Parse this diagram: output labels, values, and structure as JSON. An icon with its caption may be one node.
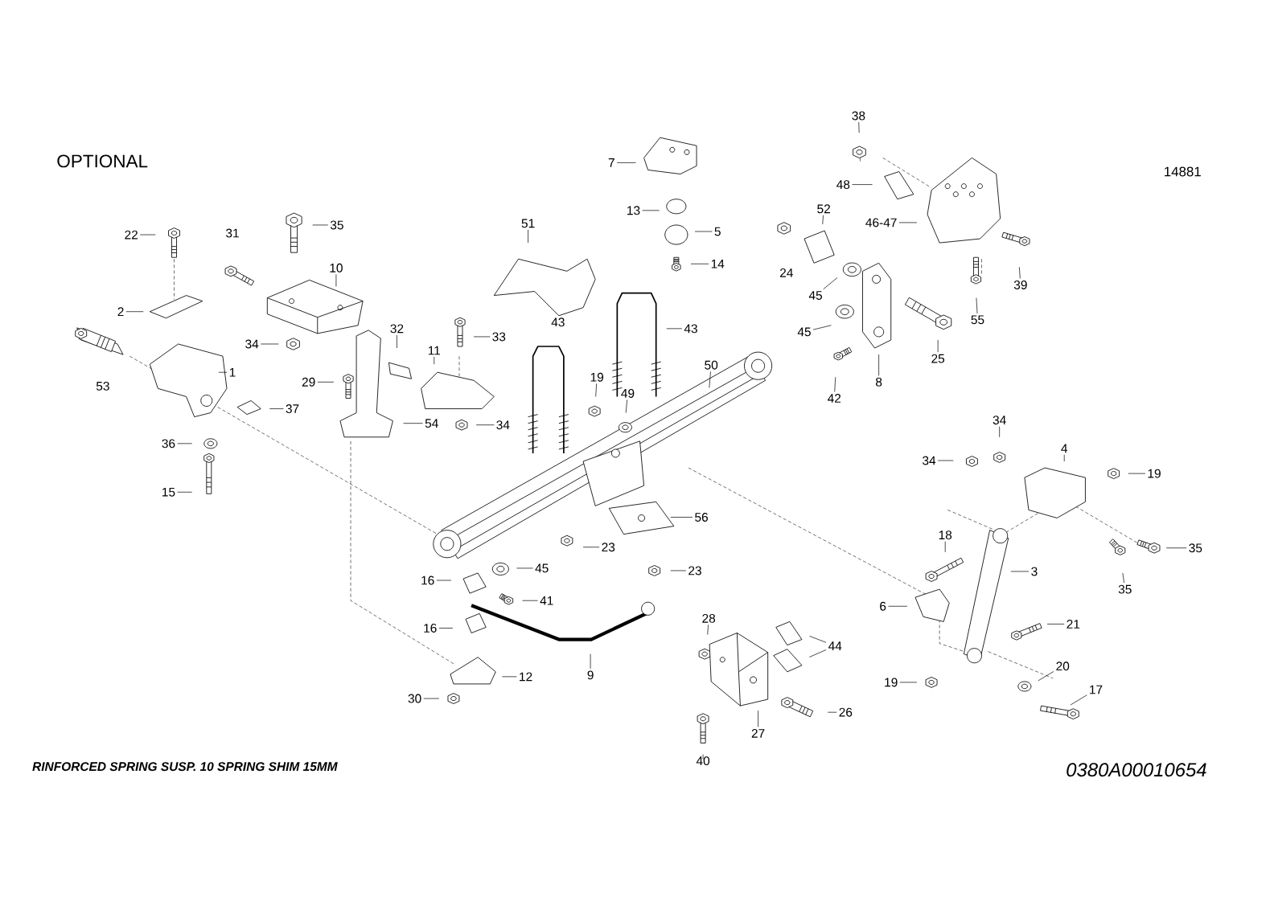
{
  "diagram": {
    "nodes": [
      {
        "text": [
          "38"
        ]
      },
      {
        "text": [
          "48"
        ]
      },
      {
        "text": [
          "46-47"
        ]
      },
      {
        "text": [
          "52"
        ]
      },
      {
        "text": [
          "39"
        ]
      },
      {
        "text": [
          "55"
        ]
      },
      {
        "text": [
          "45"
        ]
      },
      {
        "text": [
          "45"
        ]
      },
      {
        "text": [
          "25"
        ]
      },
      {
        "text": [
          "42"
        ]
      },
      {
        "text": [
          "8"
        ]
      },
      {
        "text": [
          "7"
        ]
      },
      {
        "text": [
          "13"
        ]
      },
      {
        "text": [
          "5"
        ]
      },
      {
        "text": [
          "14"
        ]
      },
      {
        "text": [
          "51"
        ]
      },
      {
        "text": [
          "43"
        ]
      },
      {
        "text": [
          "19"
        ]
      },
      {
        "text": [
          "49"
        ]
      },
      {
        "text": [
          "50"
        ]
      },
      {
        "text": [
          "22"
        ]
      },
      {
        "text": [
          "35"
        ]
      },
      {
        "text": [
          "10"
        ]
      },
      {
        "text": [
          "2"
        ]
      },
      {
        "text": [
          "34"
        ]
      },
      {
        "text": [
          "32"
        ]
      },
      {
        "text": [
          "33"
        ]
      },
      {
        "text": [
          "11"
        ]
      },
      {
        "text": [
          "1"
        ]
      },
      {
        "text": [
          "29"
        ]
      },
      {
        "text": [
          "37"
        ]
      },
      {
        "text": [
          "54"
        ]
      },
      {
        "text": [
          "34"
        ]
      },
      {
        "text": [
          "36"
        ]
      },
      {
        "text": [
          "15"
        ]
      },
      {
        "text": [
          "34"
        ]
      },
      {
        "text": [
          "34"
        ]
      },
      {
        "text": [
          "4"
        ]
      },
      {
        "text": [
          "19"
        ]
      },
      {
        "text": [
          "56"
        ]
      },
      {
        "text": [
          "23"
        ]
      },
      {
        "text": [
          "23"
        ]
      },
      {
        "text": [
          "18"
        ]
      },
      {
        "text": [
          "35"
        ]
      },
      {
        "text": [
          "3"
        ]
      },
      {
        "text": [
          "35"
        ]
      },
      {
        "text": [
          "16"
        ]
      },
      {
        "text": [
          "45"
        ]
      },
      {
        "text": [
          "41"
        ]
      },
      {
        "text": [
          "6"
        ]
      },
      {
        "text": [
          "16"
        ]
      },
      {
        "text": [
          "21"
        ]
      },
      {
        "text": [
          "28"
        ]
      },
      {
        "text": [
          "44"
        ]
      },
      {
        "text": [
          "9"
        ]
      },
      {
        "text": [
          "12"
        ]
      },
      {
        "text": [
          "19"
        ]
      },
      {
        "text": [
          "20"
        ]
      },
      {
        "text": [
          "17"
        ]
      },
      {
        "text": [
          "30"
        ]
      },
      {
        "text": [
          "26"
        ]
      },
      {
        "text": [
          "27"
        ]
      },
      {
        "text": [
          "40"
        ]
      }
    ],
    "edges": [
      {
        "from": 0,
        "to": null,
        "arrow": "none"
      },
      {
        "from": 1,
        "to": null,
        "arrow": "none"
      },
      {
        "from": 2,
        "to": null,
        "arrow": "none"
      },
      {
        "from": 3,
        "to": null,
        "arrow": "none"
      },
      {
        "from": 4,
        "to": null,
        "arrow": "none"
      },
      {
        "from": 5,
        "to": null,
        "arrow": "none"
      },
      {
        "from": 6,
        "to": null,
        "arrow": "none"
      },
      {
        "from": 7,
        "to": null,
        "arrow": "none"
      },
      {
        "from": 8,
        "to": null,
        "arrow": "none"
      },
      {
        "from": 9,
        "to": null,
        "arrow": "none"
      },
      {
        "from": 10,
        "to": null,
        "arrow": "none"
      },
      {
        "from": 11,
        "to": null,
        "arrow": "none"
      },
      {
        "from": 12,
        "to": null,
        "arrow": "none"
      },
      {
        "from": 13,
        "to": null,
        "arrow": "none"
      },
      {
        "from": 14,
        "to": null,
        "arrow": "none"
      },
      {
        "from": 15,
        "to": null,
        "arrow": "none"
      },
      {
        "from": 16,
        "to": null,
        "arrow": "none"
      },
      {
        "from": 17,
        "to": null,
        "arrow": "none"
      },
      {
        "from": 18,
        "to": null,
        "arrow": "none"
      },
      {
        "from": 19,
        "to": null,
        "arrow": "none"
      },
      {
        "from": 20,
        "to": null,
        "arrow": "none"
      },
      {
        "from": 21,
        "to": null,
        "arrow": "none"
      },
      {
        "from": 22,
        "to": null,
        "arrow": "none"
      },
      {
        "from": 23,
        "to": null,
        "arrow": "none"
      },
      {
        "from": 24,
        "to": null,
        "arrow": "none"
      },
      {
        "from": 25,
        "to": null,
        "arrow": "none"
      },
      {
        "from": 26,
        "to": null,
        "arrow": "none"
      },
      {
        "from": 27,
        "to": null,
        "arrow": "none"
      },
      {
        "from": 28,
        "to": null,
        "arrow": "none"
      },
      {
        "from": 29,
        "to": null,
        "arrow": "none"
      },
      {
        "from": 30,
        "to": null,
        "arrow": "none"
      },
      {
        "from": 31,
        "to": null,
        "arrow": "none"
      },
      {
        "from": 32,
        "to": null,
        "arrow": "none"
      },
      {
        "from": 33,
        "to": null,
        "arrow": "none"
      },
      {
        "from": 34,
        "to": null,
        "arrow": "none"
      },
      {
        "from": 35,
        "to": null,
        "arrow": "none"
      },
      {
        "from": 36,
        "to": null,
        "arrow": "none"
      },
      {
        "from": 37,
        "to": null,
        "arrow": "none"
      },
      {
        "from": 38,
        "to": null,
        "arrow": "none"
      },
      {
        "from": 39,
        "to": null,
        "arrow": "none"
      },
      {
        "from": 40,
        "to": null,
        "arrow": "none"
      },
      {
        "from": 41,
        "to": null,
        "arrow": "none"
      },
      {
        "from": 42,
        "to": null,
        "arrow": "none"
      },
      {
        "from": 43,
        "to": null,
        "arrow": "none"
      },
      {
        "from": 44,
        "to": null,
        "arrow": "none"
      },
      {
        "from": 45,
        "to": null,
        "arrow": "none"
      },
      {
        "from": 46,
        "to": null,
        "arrow": "none"
      },
      {
        "from": 47,
        "to": null,
        "arrow": "none"
      },
      {
        "from": 48,
        "to": null,
        "arrow": "none"
      },
      {
        "from": 49,
        "to": null,
        "arrow": "none"
      },
      {
        "from": 50,
        "to": null,
        "arrow": "none"
      },
      {
        "from": 51,
        "to": null,
        "arrow": "none"
      },
      {
        "from": 52,
        "to": null,
        "arrow": "none"
      },
      {
        "from": 53,
        "to": null,
        "arrow": "none"
      },
      {
        "from": 53,
        "to": null,
        "arrow": "none"
      },
      {
        "from": 54,
        "to": null,
        "arrow": "none"
      },
      {
        "from": 55,
        "to": null,
        "arrow": "none"
      },
      {
        "from": 56,
        "to": null,
        "arrow": "none"
      },
      {
        "from": 57,
        "to": null,
        "arrow": "none"
      },
      {
        "from": 58,
        "to": null,
        "arrow": "none"
      },
      {
        "from": 59,
        "to": null,
        "arrow": "none"
      },
      {
        "from": 60,
        "to": null,
        "arrow": "none"
      },
      {
        "from": 61,
        "to": null,
        "arrow": "none"
      },
      {
        "from": 62,
        "to": null,
        "arrow": "none"
      }
    ],
    "labels": [
      "OPTIONAL",
      "14881",
      "31",
      "24",
      "43",
      "53",
      "RINFORCED SPRING SUSP. 10 SPRING SHIM 15MM",
      "0380A00010654"
    ]
  }
}
